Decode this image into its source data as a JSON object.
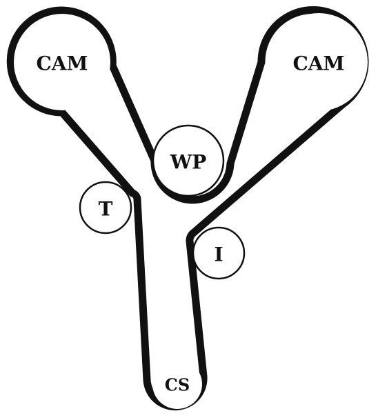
{
  "diagram": {
    "pulleys": {
      "cam_left": {
        "label": "CAM"
      },
      "cam_right": {
        "label": "CAM"
      },
      "water_pump": {
        "label": "WP"
      },
      "tensioner": {
        "label": "T"
      },
      "idler": {
        "label": "I"
      },
      "crankshaft": {
        "label": "CS"
      }
    },
    "colors": {
      "belt": "#111111",
      "pulley_fill": "#ffffff",
      "background": "#ffffff"
    }
  }
}
